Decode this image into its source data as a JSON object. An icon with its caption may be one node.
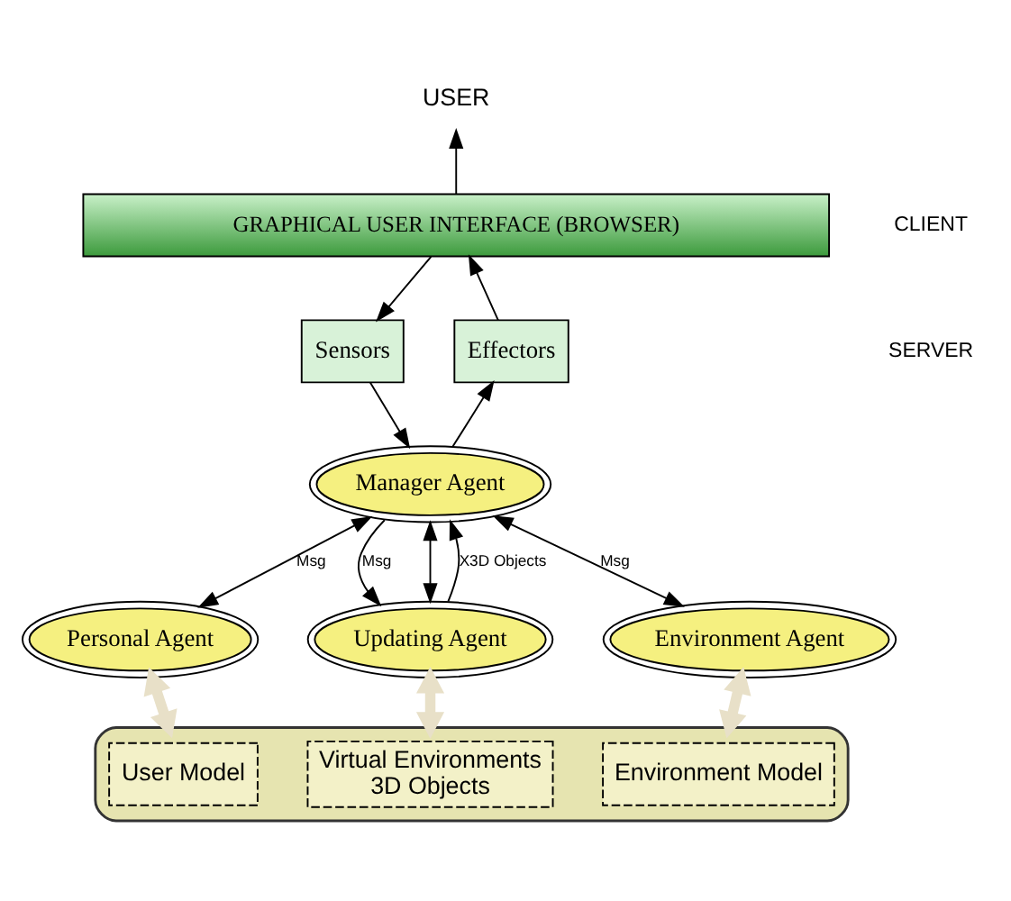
{
  "diagram": {
    "nodes": [
      {
        "text": [
          "USER"
        ]
      },
      {
        "text": [
          "GRAPHICAL USER INTERFACE (BROWSER)"
        ]
      },
      {
        "text": [
          "Sensors"
        ]
      },
      {
        "text": [
          "Effectors"
        ]
      },
      {
        "text": [
          "Manager Agent"
        ]
      },
      {
        "text": [
          "Personal Agent"
        ]
      },
      {
        "text": [
          "Updating Agent"
        ]
      },
      {
        "text": [
          "Environment Agent"
        ]
      },
      {
        "text": [],
        "shape": "cylinder"
      },
      {
        "text": [
          "User Model"
        ],
        "in": 8
      },
      {
        "text": [
          "Virtual Environments",
          "3D Objects"
        ],
        "in": 8
      },
      {
        "text": [
          "Environment Model"
        ],
        "in": 8
      }
    ],
    "edges": [
      {
        "from": 1,
        "to": 0,
        "arrow": "to"
      },
      {
        "from": 1,
        "to": 2,
        "arrow": "to"
      },
      {
        "from": 3,
        "to": 1,
        "arrow": "to"
      },
      {
        "from": 2,
        "to": 4,
        "arrow": "to"
      },
      {
        "from": 4,
        "to": 3,
        "arrow": "to"
      },
      {
        "from": 4,
        "to": 5,
        "arrow": "both",
        "label": "Msg"
      },
      {
        "from": 4,
        "to": 6,
        "arrow": "to",
        "label": "Msg"
      },
      {
        "from": 4,
        "to": 6,
        "arrow": "both"
      },
      {
        "from": 6,
        "to": 4,
        "arrow": "to",
        "label": "X3D Objects"
      },
      {
        "from": 4,
        "to": 7,
        "arrow": "both",
        "label": "Msg"
      },
      {
        "from": 5,
        "to": 8,
        "arrow": "both",
        "style": "thick",
        "color": "#e8e0c8"
      },
      {
        "from": 6,
        "to": 8,
        "arrow": "both",
        "style": "thick",
        "color": "#e8e0c8"
      },
      {
        "from": 7,
        "to": 8,
        "arrow": "both",
        "style": "thick",
        "color": "#e8e0c8"
      }
    ],
    "labels": [
      "CLIENT",
      "SERVER"
    ]
  }
}
